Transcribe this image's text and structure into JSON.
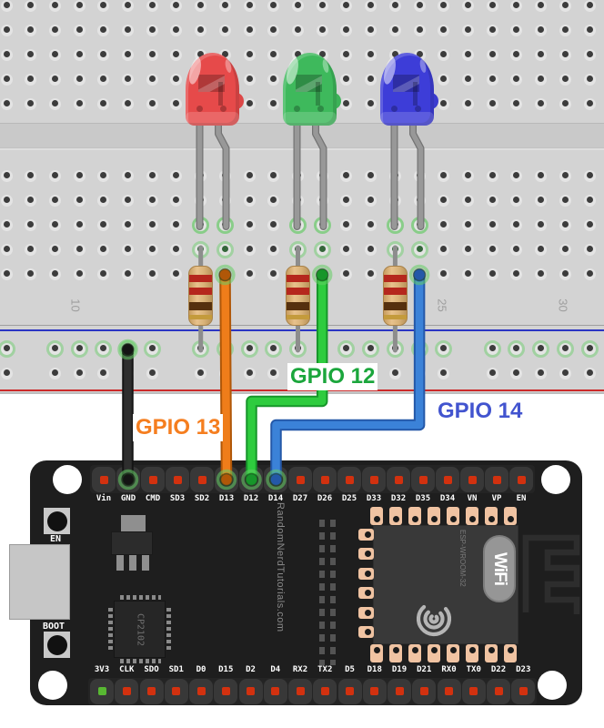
{
  "diagram_labels": {
    "gpio13": {
      "text": "GPIO 13",
      "color": "#f57e1f"
    },
    "gpio12": {
      "text": "GPIO 12",
      "color": "#1ba63c"
    },
    "gpio14": {
      "text": "GPIO 14",
      "color": "#4254cf"
    }
  },
  "breadboard": {
    "column_numbers": [
      "10",
      "25",
      "30"
    ],
    "rail_line_colors": {
      "blue": "#2b35c4",
      "red": "#cc2a2a"
    }
  },
  "esp32": {
    "top_pins": [
      "Vin",
      "GND",
      "CMD",
      "SD3",
      "SD2",
      "D13",
      "D12",
      "D14",
      "D27",
      "D26",
      "D25",
      "D33",
      "D32",
      "D35",
      "D34",
      "VN",
      "VP",
      "EN"
    ],
    "bottom_pins": [
      "3V3",
      "CLK",
      "SDO",
      "SD1",
      "D0",
      "D15",
      "D2",
      "D4",
      "RX2",
      "TX2",
      "D5",
      "D18",
      "D19",
      "D21",
      "RX0",
      "TX0",
      "D22",
      "D23"
    ],
    "en_button": "EN",
    "boot_button": "BOOT",
    "usb_chip": "CP2102",
    "module_label": "ESP-WROOM-32",
    "wifi_logo": "WiFi",
    "watermark": "RandomNerdTutorials.com"
  },
  "components": {
    "leds": [
      {
        "name": "red-led",
        "color": "#e64a4a"
      },
      {
        "name": "green-led",
        "color": "#3eb95c"
      },
      {
        "name": "blue-led",
        "color": "#3d3dd8"
      }
    ],
    "resistor_bands": [
      "#b5271d",
      "#b5271d",
      "#55300e",
      "#c49b3c"
    ],
    "wires": [
      {
        "name": "gnd-wire",
        "color": "#2e2e2e",
        "edge": "#141414"
      },
      {
        "name": "gpio13-wire",
        "color": "#ef7d1a",
        "edge": "#b05708"
      },
      {
        "name": "gpio12-wire",
        "color": "#2ecc3e",
        "edge": "#17962a"
      },
      {
        "name": "gpio14-wire",
        "color": "#3b82d8",
        "edge": "#2458a8"
      }
    ]
  }
}
